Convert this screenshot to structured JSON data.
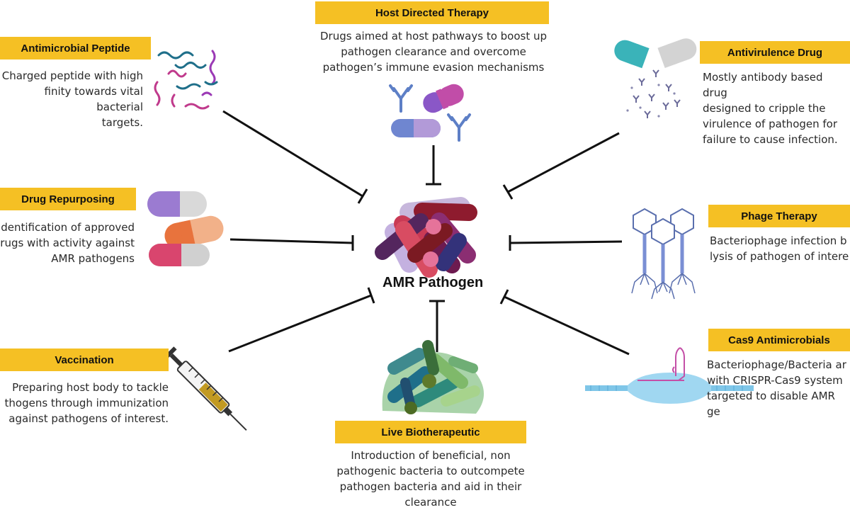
{
  "center": {
    "title": "AMR Pathogen"
  },
  "strategies": {
    "host_directed": {
      "title": "Host Directed Therapy",
      "desc": "Drugs aimed at host pathways to boost up\npathogen clearance and overcome\npathogen’s immune evasion mechanisms"
    },
    "antimicrobial_peptide": {
      "title": "Antimicrobial Peptide",
      "desc": "Charged peptide with high\nfinity towards vital bacterial\ntargets."
    },
    "antivirulence": {
      "title": "Antivirulence Drug",
      "desc": "Mostly antibody based drug\ndesigned to cripple the\nvirulence of pathogen for\nfailure to cause infection."
    },
    "drug_repurposing": {
      "title": "Drug Repurposing",
      "desc": "dentification of approved\nrugs with activity against\nAMR pathogens"
    },
    "phage_therapy": {
      "title": "Phage Therapy",
      "desc": "Bacteriophage infection b\nlysis of pathogen of intere"
    },
    "vaccination": {
      "title": "Vaccination",
      "desc": "Preparing host body to tackle\nthogens through immunization\nagainst pathogens of interest."
    },
    "cas9": {
      "title": "Cas9 Antimicrobials",
      "desc": "Bacteriophage/Bacteria ar\nwith CRISPR-Cas9 system\ntargeted to disable AMR ge"
    },
    "live_biotherapeutic": {
      "title": "Live Biotherapeutic",
      "desc": "Introduction of beneficial, non\npathogenic bacteria to outcompete\npathogen bacteria and aid in their\nclearance"
    }
  },
  "colors": {
    "label_bg": "#f5c024",
    "arrow": "#111111"
  }
}
